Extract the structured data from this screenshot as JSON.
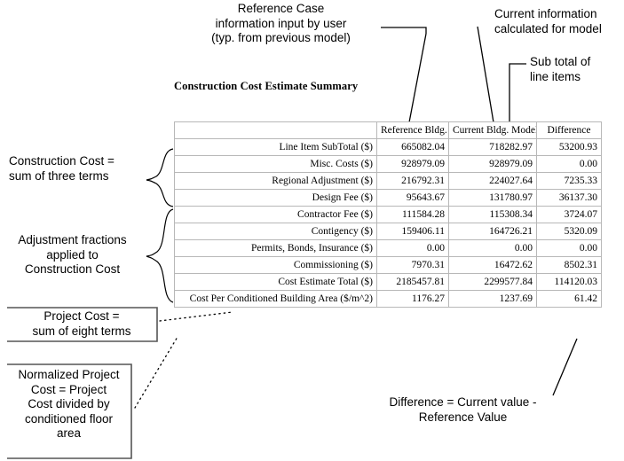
{
  "table": {
    "title": "Construction Cost Estimate Summary",
    "columns": [
      "",
      "Reference Bldg.",
      "Current Bldg. Model",
      "Difference"
    ],
    "rows": [
      {
        "label": "Line Item SubTotal ($)",
        "reference": "665082.04",
        "current": "718282.97",
        "difference": "53200.93"
      },
      {
        "label": "Misc. Costs ($)",
        "reference": "928979.09",
        "current": "928979.09",
        "difference": "0.00"
      },
      {
        "label": "Regional Adjustment ($)",
        "reference": "216792.31",
        "current": "224027.64",
        "difference": "7235.33"
      },
      {
        "label": "Design Fee ($)",
        "reference": "95643.67",
        "current": "131780.97",
        "difference": "36137.30"
      },
      {
        "label": "Contractor Fee ($)",
        "reference": "111584.28",
        "current": "115308.34",
        "difference": "3724.07"
      },
      {
        "label": "Contigency ($)",
        "reference": "159406.11",
        "current": "164726.21",
        "difference": "5320.09"
      },
      {
        "label": "Permits, Bonds, Insurance ($)",
        "reference": "0.00",
        "current": "0.00",
        "difference": "0.00"
      },
      {
        "label": "Commissioning ($)",
        "reference": "7970.31",
        "current": "16472.62",
        "difference": "8502.31"
      },
      {
        "label": "Cost Estimate Total ($)",
        "reference": "2185457.81",
        "current": "2299577.84",
        "difference": "114120.03"
      },
      {
        "label": "Cost Per Conditioned Building Area ($/m^2)",
        "reference": "1176.27",
        "current": "1237.69",
        "difference": "61.42"
      }
    ]
  },
  "annotations": {
    "reference_case": "Reference Case\ninformation input by user\n(typ. from previous model)",
    "current_info": "Current information\ncalculated for model",
    "sub_total": "Sub total of\nline items",
    "construction_cost": "Construction Cost =\nsum of three terms",
    "adjustment_fractions": "Adjustment fractions\napplied to\nConstruction Cost",
    "project_cost": "Project Cost =\nsum of eight terms",
    "normalized_project_cost": "Normalized Project\nCost = Project\nCost divided by\nconditioned floor\narea",
    "difference": "Difference = Current value -\nReference Value"
  },
  "colors": {
    "ink": "#000000",
    "table_border": "#b8b8b8",
    "background": "#ffffff"
  }
}
